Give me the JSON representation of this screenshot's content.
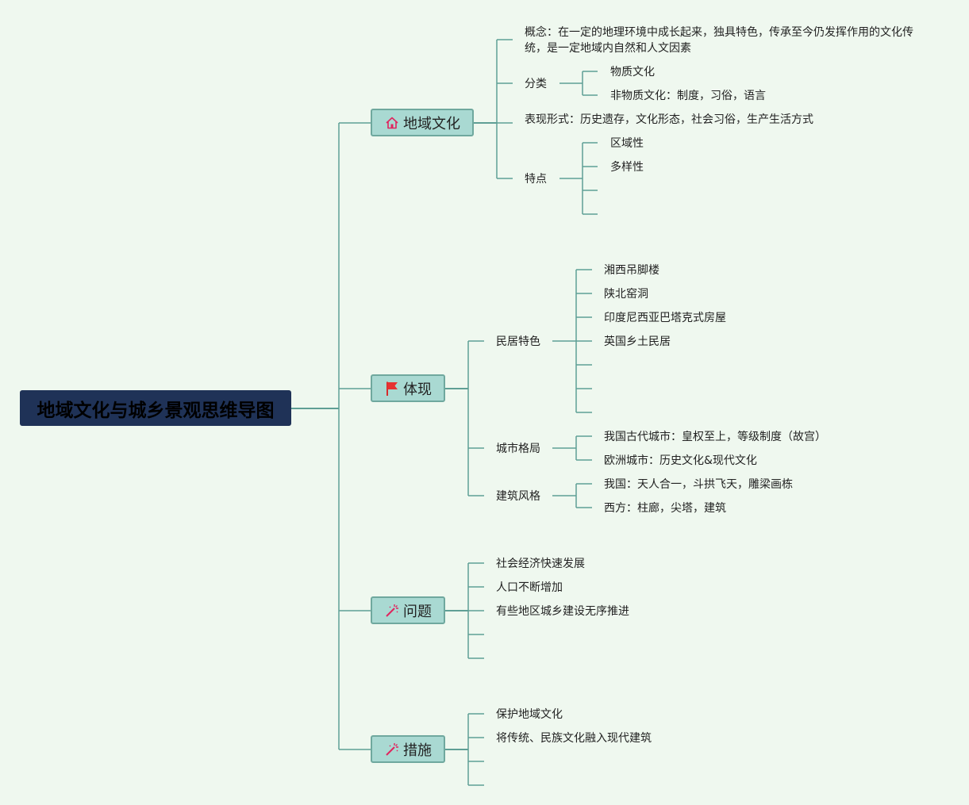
{
  "root": {
    "title": "地域文化与城乡景观思维导图"
  },
  "branches": {
    "culture": {
      "label": "地域文化",
      "icon": "home-icon",
      "concept": "概念：在一定的地理环境中成长起来，独具特色，传承至今仍发挥作用的文化传统，是一定地域内自然和人文因素",
      "classification": {
        "label": "分类",
        "items": [
          "物质文化",
          "非物质文化：制度，习俗，语言"
        ]
      },
      "forms": "表现形式：历史遗存，文化形态，社会习俗，生产生活方式",
      "features": {
        "label": "特点",
        "items": [
          "区域性",
          "多样性"
        ]
      }
    },
    "embodiment": {
      "label": "体现",
      "icon": "red-flag-icon",
      "dwellings": {
        "label": "民居特色",
        "items": [
          "湘西吊脚楼",
          "陕北窑洞",
          "印度尼西亚巴塔克式房屋",
          "英国乡土民居"
        ]
      },
      "city_layout": {
        "label": "城市格局",
        "items": [
          "我国古代城市：皇权至上，等级制度（故宫）",
          "欧洲城市：历史文化&现代文化"
        ]
      },
      "architecture": {
        "label": "建筑风格",
        "items": [
          "我国：天人合一，斗拱飞天，雕梁画栋",
          "西方：柱廊，尖塔，建筑"
        ]
      }
    },
    "problems": {
      "label": "问题",
      "icon": "magic-wand-icon",
      "items": [
        "社会经济快速发展",
        "人口不断增加",
        "有些地区城乡建设无序推进"
      ]
    },
    "measures": {
      "label": "措施",
      "icon": "magic-wand-icon",
      "items": [
        "保护地域文化",
        "将传统、民族文化融入现代建筑"
      ]
    }
  },
  "colors": {
    "background": "#eff8ef",
    "root_fill": "#1f3257",
    "branch_fill": "#a9d9d2",
    "branch_border": "#6fa89e",
    "connector": "#5f9f95",
    "icon_accent": "#e0245e"
  }
}
